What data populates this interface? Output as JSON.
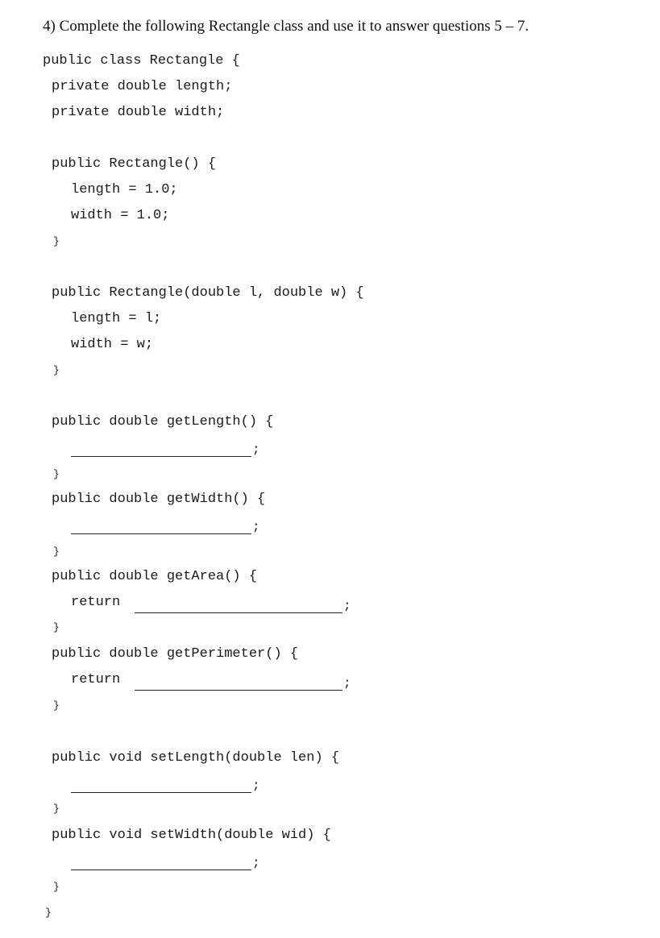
{
  "question": {
    "text": "4) Complete the following Rectangle class and use it to answer questions 5 – 7."
  },
  "code": {
    "class_decl": "public class Rectangle {",
    "field_length": "private double length;",
    "field_width": "private double width;",
    "ctor_default": "public Rectangle() {",
    "ctor_default_length": "length = 1.0;",
    "ctor_default_width": "width = 1.0;",
    "ctor_params": "public Rectangle(double l, double w) {",
    "ctor_params_length": "length = l;",
    "ctor_params_width": "width = w;",
    "get_length": "public double getLength() {",
    "get_width": "public double getWidth() {",
    "get_area": "public double getArea() {",
    "get_perimeter": "public double getPerimeter() {",
    "return_keyword": "return",
    "set_length": "public void setLength(double len) {",
    "set_width": "public void setWidth(double wid) {",
    "close_brace": "}",
    "semicolon": ";"
  }
}
